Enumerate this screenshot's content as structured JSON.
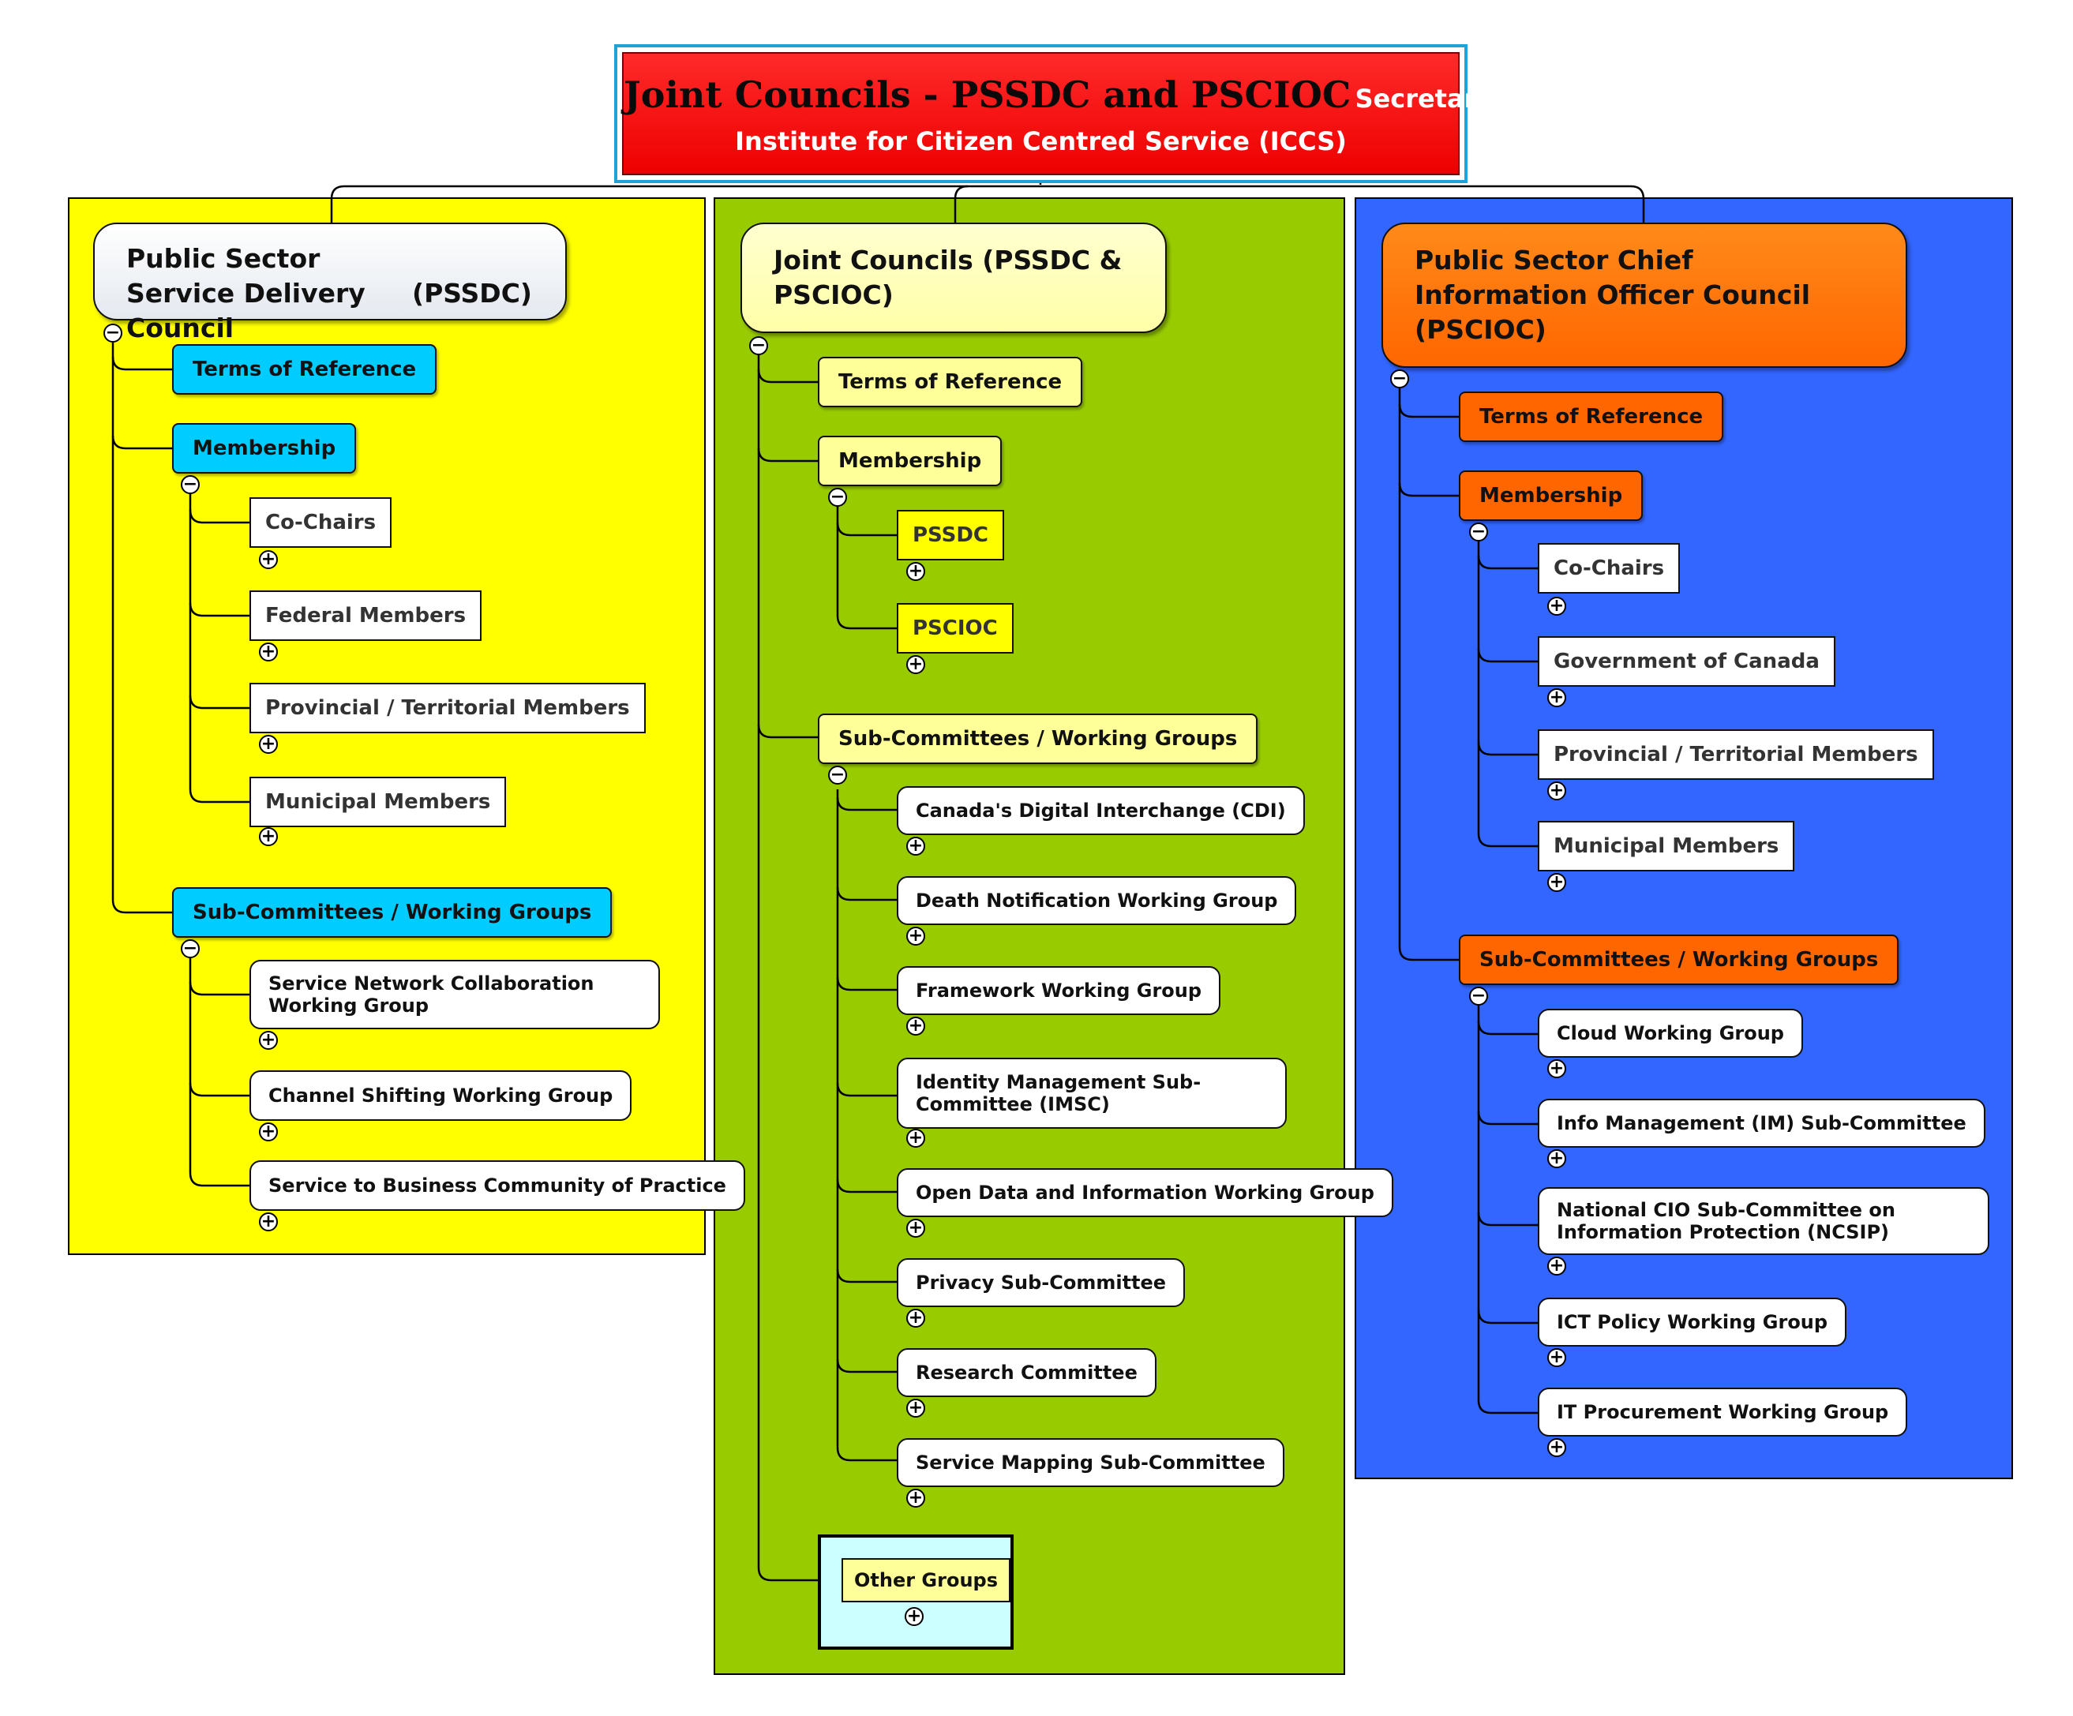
{
  "title": {
    "main": "Joint Councils - PSSDC and PSCIOC",
    "secretariat_label": "Secretariat:",
    "secretariat_org": "Institute for Citizen Centred Service (ICCS)"
  },
  "colors": {
    "title_fill": "#ff1a1a",
    "title_frame": "#1fa3d6",
    "pssdc_panel": "#ffff00",
    "joint_panel": "#99cc00",
    "pscioc_panel": "#3366ff",
    "pssdc_branch": "#00ccff",
    "joint_branch": "#ffff99",
    "pscioc_branch": "#ff6600",
    "other_groups_frame": "#ccffff"
  },
  "pssdc": {
    "root": "Public Sector Service Delivery Council",
    "root_abbr": "(PSSDC)",
    "terms": "Terms of Reference",
    "membership": "Membership",
    "members": [
      "Co-Chairs",
      "Federal Members",
      "Provincial / Territorial Members",
      "Municipal Members"
    ],
    "subcommittees": "Sub-Committees / Working Groups",
    "groups": [
      "Service Network Collaboration Working Group",
      "Channel Shifting Working Group",
      "Service to Business Community of Practice"
    ]
  },
  "joint": {
    "root": "Joint Councils (PSSDC & PSCIOC)",
    "terms": "Terms of Reference",
    "membership": "Membership",
    "members": [
      "PSSDC",
      "PSCIOC"
    ],
    "subcommittees": "Sub-Committees / Working Groups",
    "groups": [
      "Canada's Digital Interchange (CDI)",
      "Death Notification Working Group",
      "Framework Working Group",
      "Identity Management Sub-Committee (IMSC)",
      "Open Data and Information Working Group",
      "Privacy Sub-Committee",
      "Research Committee",
      "Service Mapping Sub-Committee"
    ],
    "other_groups": "Other Groups"
  },
  "pscioc": {
    "root": "Public Sector Chief Information Officer Council (PSCIOC)",
    "terms": "Terms of Reference",
    "membership": "Membership",
    "members": [
      "Co-Chairs",
      "Government of Canada",
      "Provincial / Territorial Members",
      "Municipal Members"
    ],
    "subcommittees": "Sub-Committees / Working Groups",
    "groups": [
      "Cloud Working Group",
      "Info Management (IM) Sub-Committee",
      "National CIO Sub-Committee on Information Protection (NCSIP)",
      "ICT Policy Working Group",
      "IT Procurement Working Group"
    ]
  },
  "toggles": {
    "expanded": "−",
    "collapsed": "+"
  }
}
